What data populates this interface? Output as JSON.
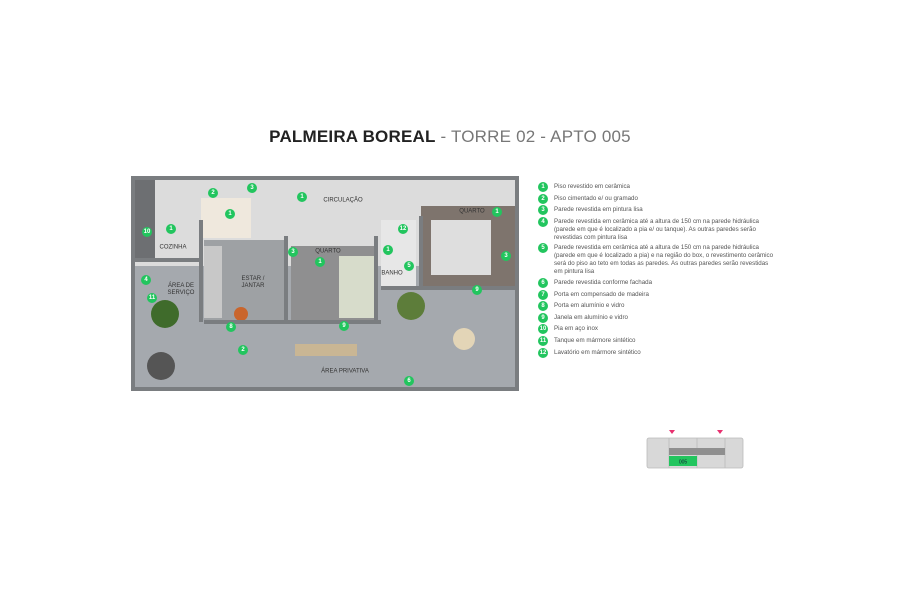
{
  "title": {
    "project": "PALMEIRA BOREAL",
    "rest": " - TORRE 02 - APTO 005"
  },
  "rooms": {
    "circulacao": "CIRCULAÇÃO",
    "cozinha": "COZINHA",
    "servico": "ÁREA DE SERVIÇO",
    "estar": "ESTAR / JANTAR",
    "quarto1": "QUARTO",
    "banho": "BANHO",
    "quarto2": "QUARTO",
    "privativa": "ÁREA PRIVATIVA"
  },
  "markers": [
    "1",
    "1",
    "1",
    "1",
    "1",
    "1",
    "2",
    "2",
    "3",
    "3",
    "3",
    "4",
    "5",
    "6",
    "8",
    "9",
    "9",
    "10",
    "11",
    "12"
  ],
  "legend": [
    {
      "n": "1",
      "text": "Piso revestido em cerâmica"
    },
    {
      "n": "2",
      "text": "Piso cimentado e/ ou gramado"
    },
    {
      "n": "3",
      "text": "Parede revestida em pintura lisa"
    },
    {
      "n": "4",
      "text": "Parede revestida em cerâmica até a altura de 150 cm na parede hidráulica (parede em que é localizado a pia e/ ou tanque). As outras paredes serão revestidas com pintura lisa"
    },
    {
      "n": "5",
      "text": "Parede revestida em cerâmica até a altura de 150 cm na parede hidráulica (parede em que é localizado a pia) e na região do box, o revestimento cerâmico será do piso ao teto em todas as paredes. As outras paredes serão revestidas em pintura lisa"
    },
    {
      "n": "6",
      "text": "Parede revestida conforme fachada"
    },
    {
      "n": "7",
      "text": "Porta em compensado de madeira"
    },
    {
      "n": "8",
      "text": "Porta em alumínio e vidro"
    },
    {
      "n": "9",
      "text": "Janela em alumínio e vidro"
    },
    {
      "n": "10",
      "text": "Pia em aço inox"
    },
    {
      "n": "11",
      "text": "Tanque em mármore sintético"
    },
    {
      "n": "12",
      "text": "Lavatório em mármore sintético"
    }
  ],
  "key_plan": {
    "unit": "005"
  },
  "colors": {
    "marker": "#22c55e",
    "key_arrow": "#e8306f"
  }
}
